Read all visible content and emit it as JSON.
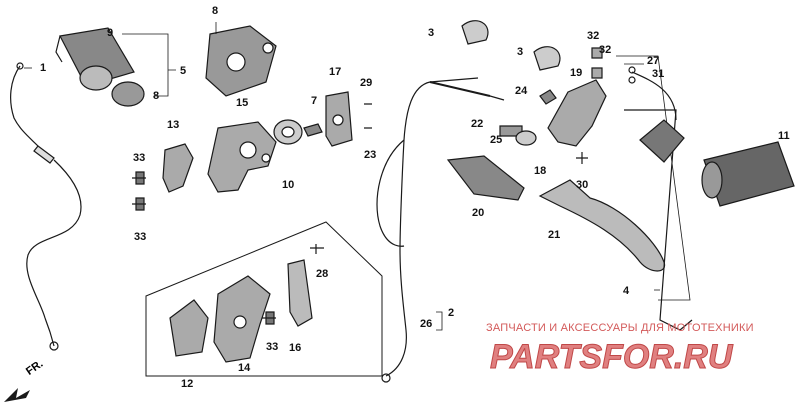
{
  "callouts": [
    {
      "id": "c1",
      "text": "1"
    },
    {
      "id": "c2",
      "text": "2"
    },
    {
      "id": "c3a",
      "text": "3"
    },
    {
      "id": "c3b",
      "text": "3"
    },
    {
      "id": "c4",
      "text": "4"
    },
    {
      "id": "c5",
      "text": "5"
    },
    {
      "id": "c7",
      "text": "7"
    },
    {
      "id": "c8a",
      "text": "8"
    },
    {
      "id": "c8b",
      "text": "8"
    },
    {
      "id": "c9",
      "text": "9"
    },
    {
      "id": "c10",
      "text": "10"
    },
    {
      "id": "c11",
      "text": "11"
    },
    {
      "id": "c12",
      "text": "12"
    },
    {
      "id": "c13",
      "text": "13"
    },
    {
      "id": "c14",
      "text": "14"
    },
    {
      "id": "c15",
      "text": "15"
    },
    {
      "id": "c16",
      "text": "16"
    },
    {
      "id": "c17",
      "text": "17"
    },
    {
      "id": "c18",
      "text": "18"
    },
    {
      "id": "c19",
      "text": "19"
    },
    {
      "id": "c20",
      "text": "20"
    },
    {
      "id": "c21",
      "text": "21"
    },
    {
      "id": "c22",
      "text": "22"
    },
    {
      "id": "c23",
      "text": "23"
    },
    {
      "id": "c24",
      "text": "24"
    },
    {
      "id": "c25",
      "text": "25"
    },
    {
      "id": "c26",
      "text": "26"
    },
    {
      "id": "c27",
      "text": "27"
    },
    {
      "id": "c28",
      "text": "28"
    },
    {
      "id": "c29",
      "text": "29"
    },
    {
      "id": "c30",
      "text": "30"
    },
    {
      "id": "c31",
      "text": "31"
    },
    {
      "id": "c32a",
      "text": "32"
    },
    {
      "id": "c32b",
      "text": "32"
    },
    {
      "id": "c33a",
      "text": "33"
    },
    {
      "id": "c33b",
      "text": "33"
    },
    {
      "id": "c33c",
      "text": "33"
    }
  ],
  "direction_label": "FR.",
  "watermark": {
    "tagline": "ЗАПЧАСТИ И АКСЕССУАРЫ ДЛЯ МОТОТЕХНИКИ",
    "logo_text": "PARTSFOR.RU",
    "color": "#d35a5a"
  },
  "colors": {
    "line": "#1a1a1a",
    "background": "#ffffff"
  }
}
